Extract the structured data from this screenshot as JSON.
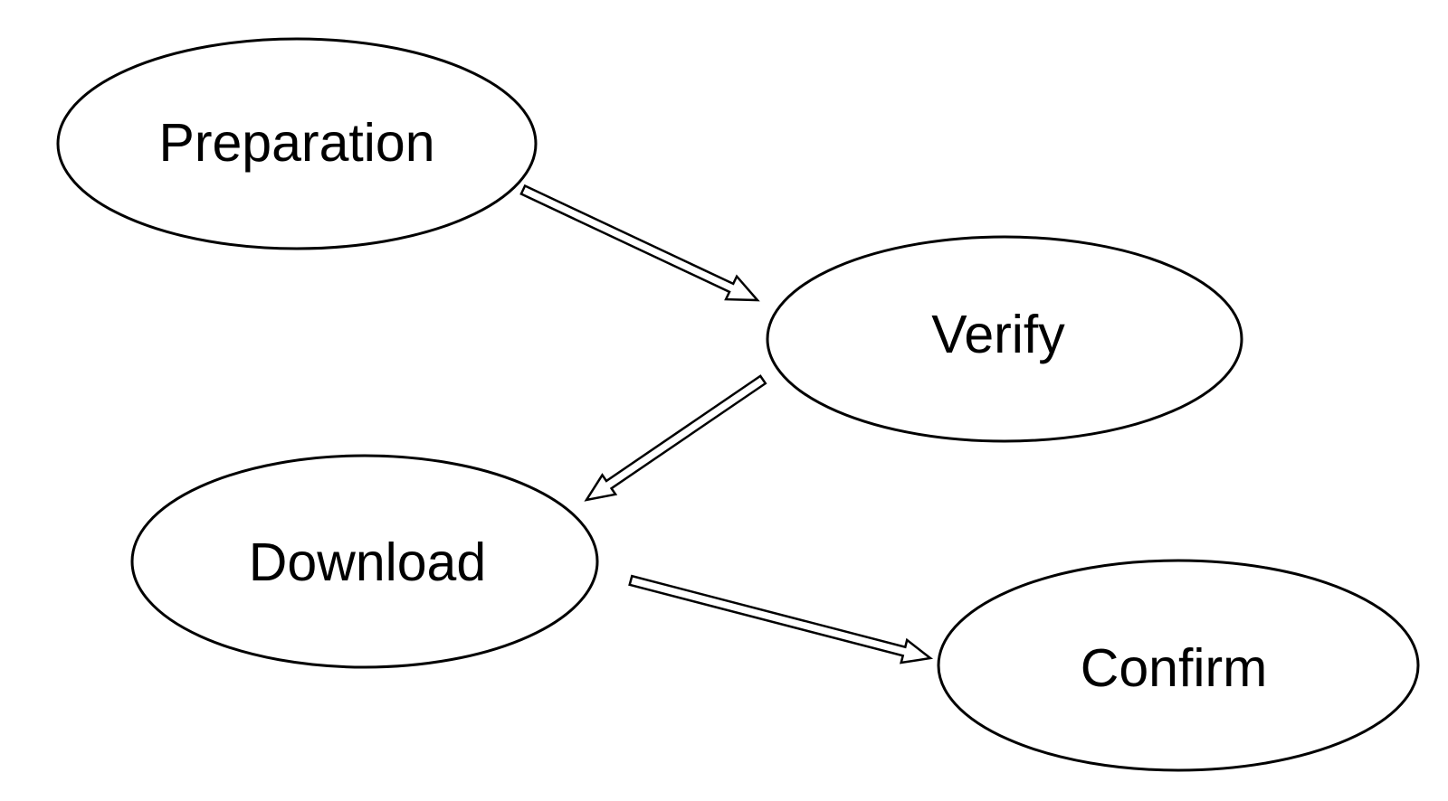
{
  "diagram": {
    "type": "flowchart",
    "background_color": "#ffffff",
    "stroke_color": "#000000",
    "nodes": [
      {
        "id": "preparation",
        "label": "Preparation",
        "shape": "ellipse"
      },
      {
        "id": "verify",
        "label": "Verify",
        "shape": "ellipse"
      },
      {
        "id": "download",
        "label": "Download",
        "shape": "ellipse"
      },
      {
        "id": "confirm",
        "label": "Confirm",
        "shape": "ellipse"
      }
    ],
    "edges": [
      {
        "from": "Preparation",
        "to": "Verify",
        "style": "hollow-arrow"
      },
      {
        "from": "Verify",
        "to": "Download",
        "style": "hollow-arrow"
      },
      {
        "from": "Download",
        "to": "Confirm",
        "style": "hollow-arrow"
      }
    ]
  }
}
